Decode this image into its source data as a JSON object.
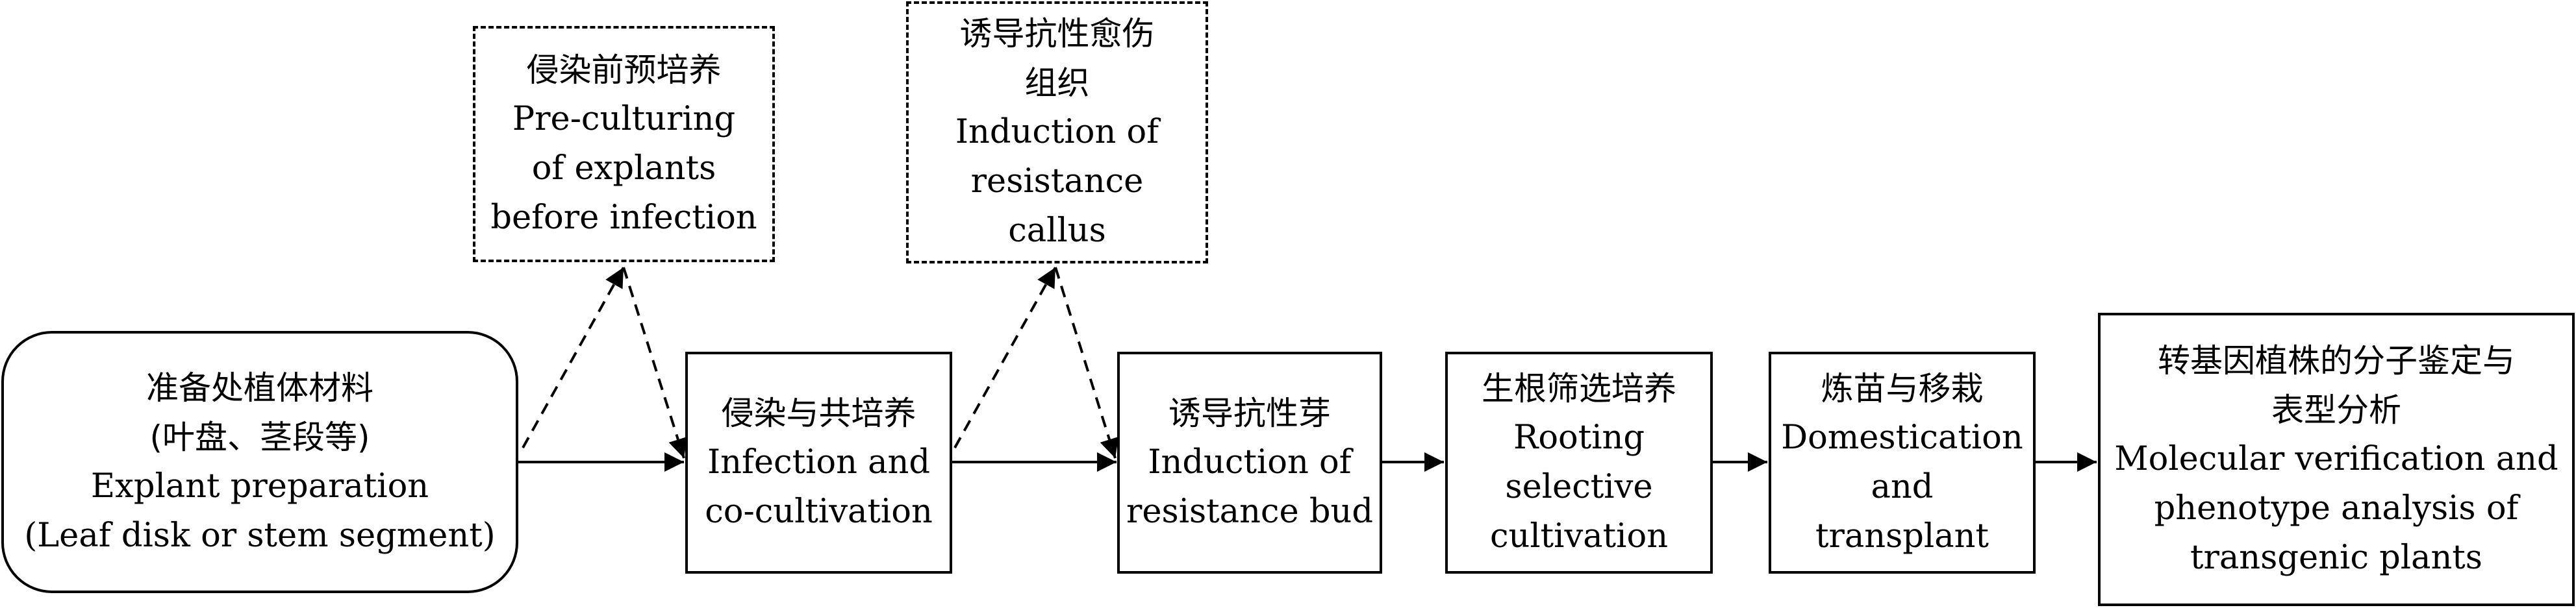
{
  "boxes": {
    "explant": {
      "cn": [
        "准备处植体材料",
        "(叶盘、茎段等)"
      ],
      "en": [
        "Explant preparation",
        "(Leaf disk or stem segment)"
      ]
    },
    "preculture": {
      "cn": [
        "侵染前预培养"
      ],
      "en": [
        "Pre-culturing",
        "of explants",
        "before infection"
      ]
    },
    "infection": {
      "cn": [
        "侵染与共培养"
      ],
      "en": [
        "Infection and",
        "co-cultivation"
      ]
    },
    "callus": {
      "cn": [
        "诱导抗性愈伤",
        "组织"
      ],
      "en": [
        "Induction of",
        "resistance",
        "callus"
      ]
    },
    "bud": {
      "cn": [
        "诱导抗性芽"
      ],
      "en": [
        "Induction of",
        "resistance bud"
      ]
    },
    "rooting": {
      "cn": [
        "生根筛选培养"
      ],
      "en": [
        "Rooting",
        "selective",
        "cultivation"
      ]
    },
    "domestication": {
      "cn": [
        "炼苗与移栽"
      ],
      "en": [
        "Domestication",
        "and",
        "transplant"
      ]
    },
    "verification": {
      "cn": [
        "转基因植株的分子鉴定与",
        "表型分析"
      ],
      "en": [
        "Molecular verification and",
        "phenotype analysis of",
        "transgenic plants"
      ]
    }
  }
}
